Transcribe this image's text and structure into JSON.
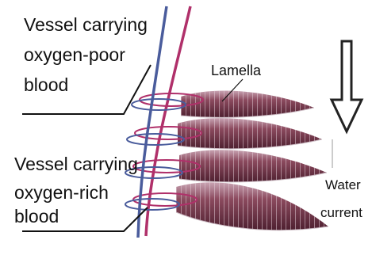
{
  "labels": {
    "poor_line1": "Vessel carrying",
    "poor_line2": "oxygen-poor",
    "poor_line3": "blood",
    "rich_line1": "Vessel carrying",
    "rich_line2": "oxygen-rich",
    "rich_line3": "blood",
    "lamella": "Lamella",
    "water_line1": "Water",
    "water_line2": "current"
  },
  "colors": {
    "oxygen_poor_vessel": "#4a5c9c",
    "oxygen_rich_vessel": "#b0306a",
    "lamella_fill": "#7a3a4c",
    "lamella_highlight": "#c8a3b2",
    "arrow_stroke": "#222222"
  },
  "icons": {
    "water_current": "down-arrow-icon"
  }
}
